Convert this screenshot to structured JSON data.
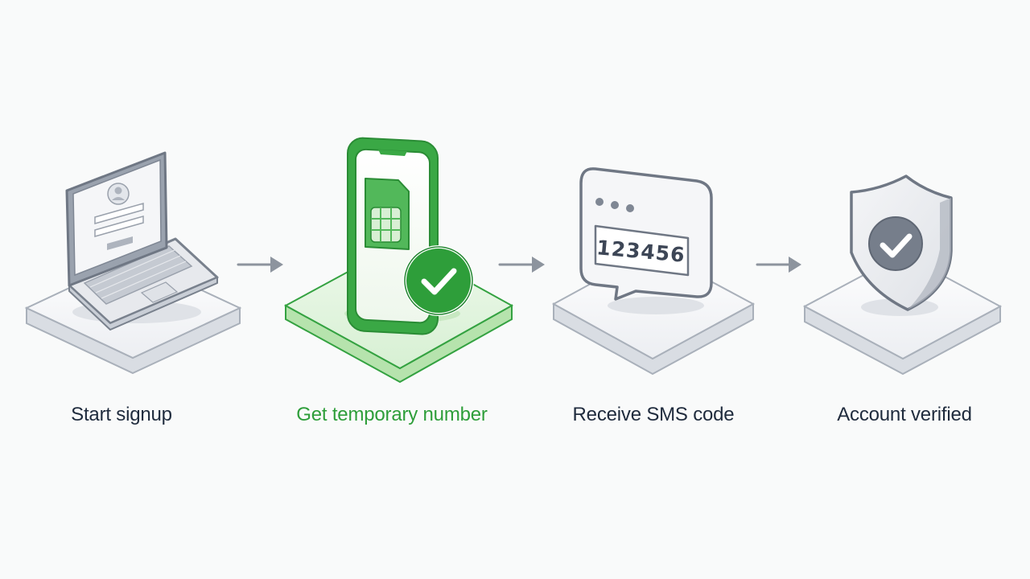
{
  "steps": [
    {
      "label": "Start signup",
      "icon": "laptop-icon",
      "active": false
    },
    {
      "label": "Get temporary number",
      "icon": "phone-sim-icon",
      "active": true
    },
    {
      "label": "Receive SMS code",
      "icon": "sms-bubble-icon",
      "icon_text": "123456",
      "active": false
    },
    {
      "label": "Account verified",
      "icon": "shield-check-icon",
      "active": false
    }
  ],
  "colors": {
    "active": "#2e9e3a",
    "inactive_text": "#1f2b3d",
    "platform": "#eef0f3",
    "outline": "#8b939f",
    "arrow": "#8d949e"
  }
}
